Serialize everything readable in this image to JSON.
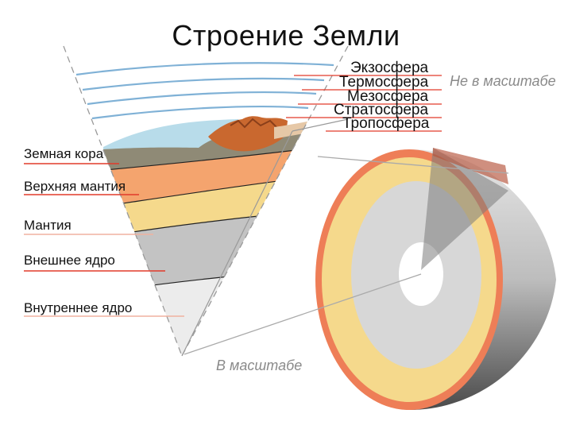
{
  "title": "Строение Земли",
  "atmosphere": {
    "exosphere": "Экзосфера",
    "thermosphere": "Термосфера",
    "mesosphere": "Мезосфера",
    "stratosphere": "Стратосфера",
    "troposphere": "Тропосфера"
  },
  "layers": {
    "crust": "Земная кора",
    "upper_mantle": "Верхняя мантия",
    "mantle": "Мантия",
    "outer_core": "Внешнее ядро",
    "inner_core": "Внутреннее ядро"
  },
  "notes": {
    "not_to_scale": "Не в масштабе",
    "to_scale": "В масштабе"
  },
  "colors": {
    "crust": "#8f8a76",
    "upper_mantle": "#f4a46e",
    "mantle": "#f5d98c",
    "outer_core": "#c3c3c3",
    "inner_core": "#ececec",
    "ocean": "#b8dcea",
    "globe_crust": "#ee7e57",
    "leader_red": "#e23b2a"
  }
}
